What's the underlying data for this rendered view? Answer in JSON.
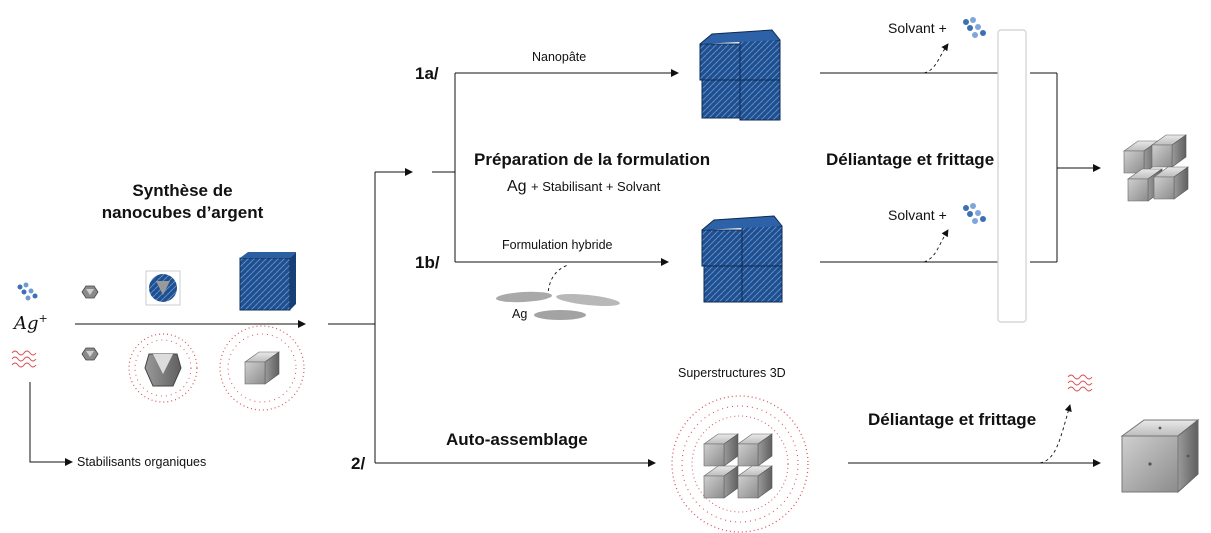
{
  "diagram": {
    "synthesis_title_line1": "Synthèse de",
    "synthesis_title_line2": "nanocubes d’argent",
    "precursor_label": "Ag",
    "precursor_superscript": "+",
    "stabilizer_label": "Stabilisants organiques",
    "route_1a": "1a/",
    "route_1b": "1b/",
    "route_2": "2/",
    "nanopaste_label": "Nanopâte",
    "hybrid_label": "Formulation hybride",
    "ag_flakes_label": "Ag",
    "formulation_title": "Préparation de la formulation",
    "formulation_ag": "Ag",
    "formulation_rest": "+ Stabilisant + Solvant",
    "solvent_label_top": "Solvant +",
    "solvent_label_bottom": "Solvant +",
    "sintering_title_top": "Déliantage et frittage",
    "self_assembly_title": "Auto-assemblage",
    "superstructures_label": "Superstructures 3D",
    "sintering_title_bottom": "Déliantage et frittage"
  },
  "colors": {
    "line": "#111111",
    "ligand_red": "#d9545a",
    "solvent_blue": "#3d6fb3",
    "cube_blue": "#1f4f8f",
    "cube_grey": "#8a8a8a"
  },
  "icons": [
    "molecule-icon",
    "ligand-icon",
    "cuboctahedron-icon",
    "cube-icon",
    "flake-icon"
  ]
}
